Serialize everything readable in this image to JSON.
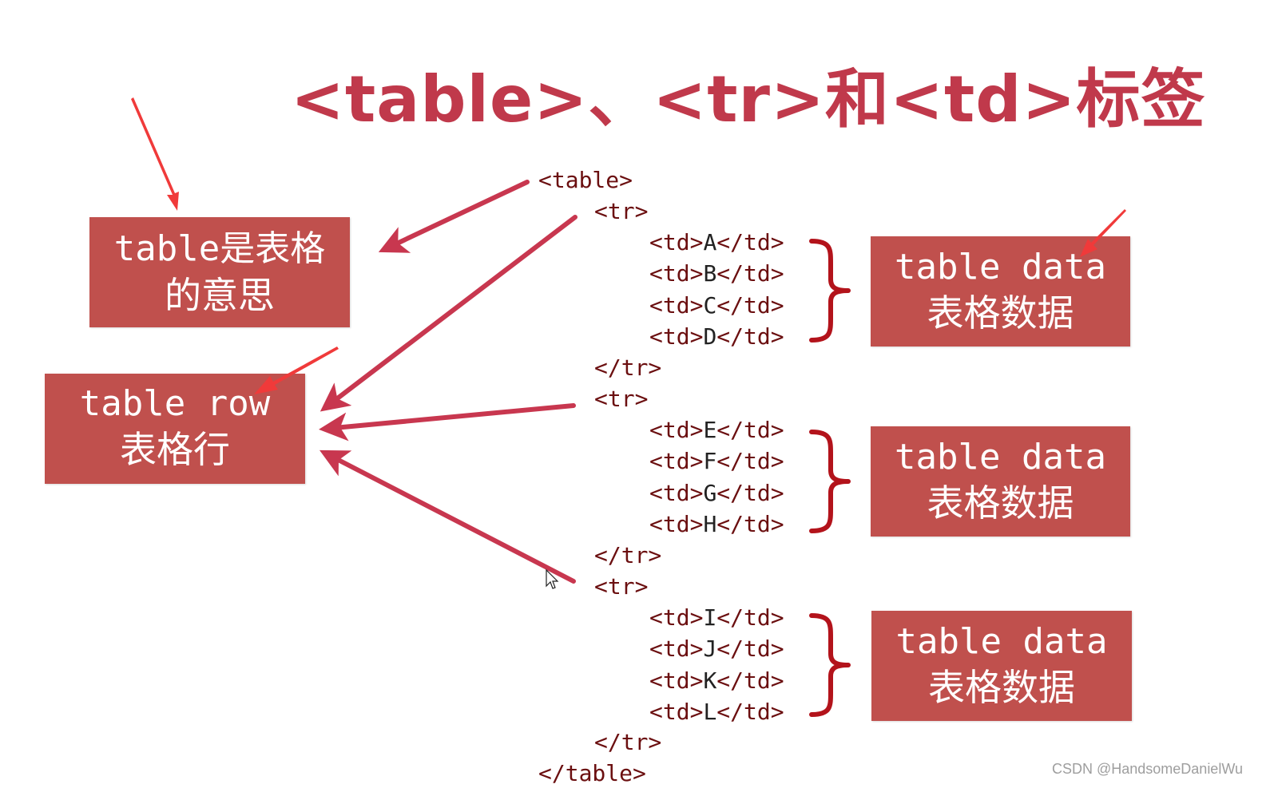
{
  "title": "<table>、<tr>和<td>标签",
  "code": {
    "table_open": "<table>",
    "tr_open": "<tr>",
    "tr_close": "</tr>",
    "table_close": "</table>",
    "td_open": "<td>",
    "td_close": "</td>",
    "rows": [
      {
        "cells": [
          "A",
          "B",
          "C",
          "D"
        ]
      },
      {
        "cells": [
          "E",
          "F",
          "G",
          "H"
        ]
      },
      {
        "cells": [
          "I",
          "J",
          "K",
          "L"
        ]
      }
    ]
  },
  "boxes": {
    "table": {
      "line1_en": "table",
      "line1_zh": "是表格",
      "line2": "的意思"
    },
    "row": {
      "en": "table row",
      "zh": "表格行"
    },
    "data": [
      {
        "en": "table data",
        "zh": "表格数据"
      },
      {
        "en": "table data",
        "zh": "表格数据"
      },
      {
        "en": "table data",
        "zh": "表格数据"
      }
    ]
  },
  "watermark": "CSDN @HandsomeDanielWu",
  "colors": {
    "title": "#c0394b",
    "box_fill": "#c0504d",
    "arrow": "#c8374f",
    "brace": "#b3131b",
    "annotation_arrow": "#f03a3a",
    "code_tag": "#6b0f10"
  }
}
